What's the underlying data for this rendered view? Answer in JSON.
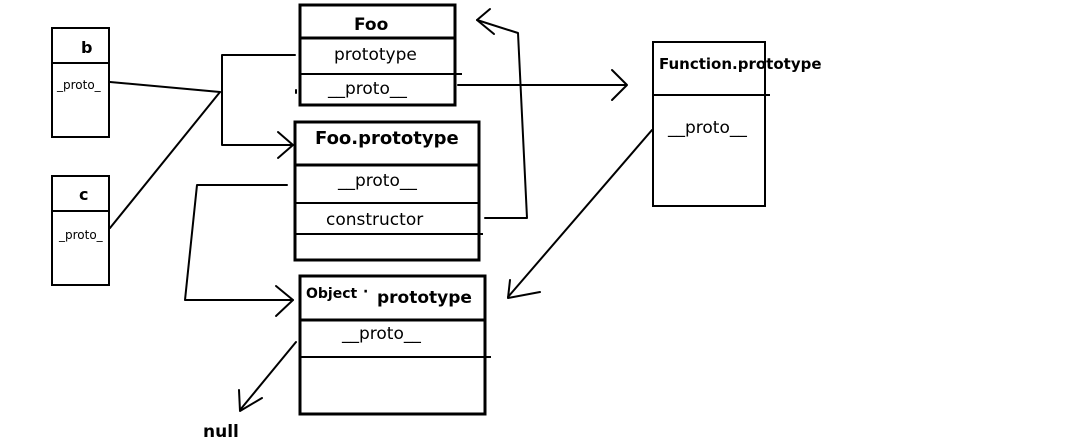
{
  "diagram": {
    "b_box": {
      "title": "b",
      "field": "_proto_"
    },
    "c_box": {
      "title": "c",
      "field": "_proto_"
    },
    "foo_box": {
      "title": "Foo",
      "fields": [
        "prototype",
        "__proto__"
      ]
    },
    "foo_prototype_box": {
      "title": "Foo.prototype",
      "fields": [
        "__proto__",
        "constructor"
      ]
    },
    "object_prototype_box": {
      "title_left": "Object",
      "title_dot": "·",
      "title_right": "prototype",
      "fields": [
        "__proto__"
      ]
    },
    "function_prototype_box": {
      "title": "Function.prototype",
      "fields": [
        "__proto__"
      ]
    },
    "null_label": "null"
  }
}
